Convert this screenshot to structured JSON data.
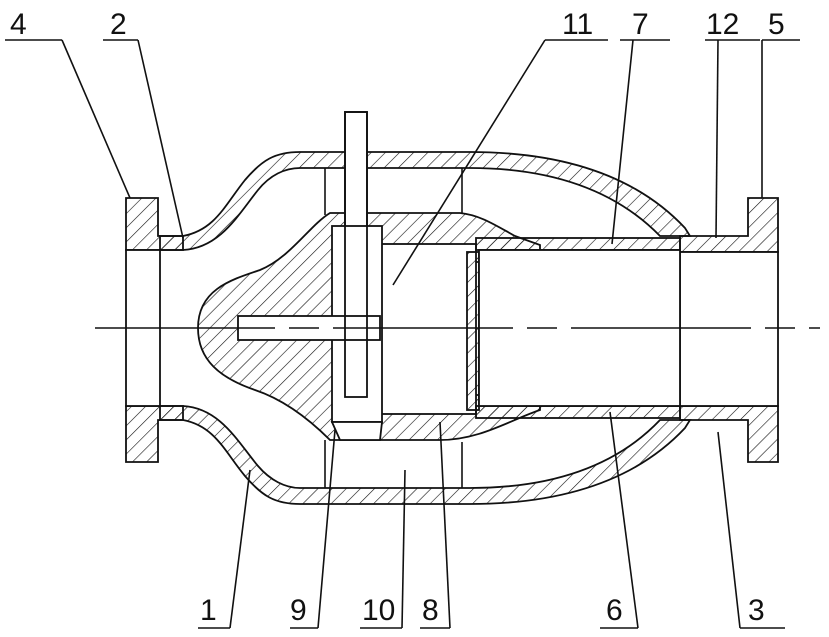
{
  "labels": {
    "top": [
      "4",
      "2",
      "11",
      "7",
      "12",
      "5"
    ],
    "bottom": [
      "1",
      "9",
      "10",
      "8",
      "6",
      "3"
    ]
  }
}
